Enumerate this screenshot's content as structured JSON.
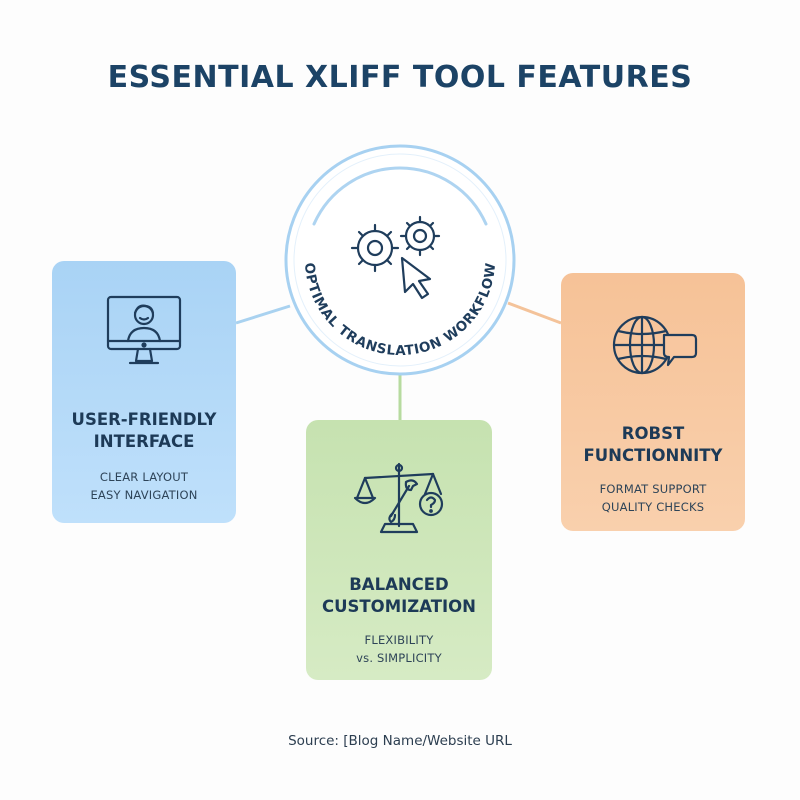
{
  "title": "ESSENTIAL XLIFF TOOL FEATURES",
  "hub": {
    "label": "OPTIMAL TRANSLATION WORKFLOW",
    "icon": "gears-cursor-icon"
  },
  "cards": [
    {
      "id": "user-friendly",
      "icon": "user-monitor-icon",
      "title_lines": [
        "USER-FRIENDLY",
        "INTERFACE"
      ],
      "sub_lines": [
        "CLEAR LAYOUT",
        "EASY NAVIGATION"
      ],
      "color": "#b4d9f8"
    },
    {
      "id": "balanced-customization",
      "icon": "scale-wrench-icon",
      "title_lines": [
        "BALANCED",
        "CUSTOMIZATION"
      ],
      "sub_lines": [
        "FLEXIBILITY",
        "vs. SIMPLICITY"
      ],
      "color": "#cfe6bd"
    },
    {
      "id": "robust-functionality",
      "icon": "globe-chat-icon",
      "title_lines": [
        "ROBST",
        "FUNCTIONNITY"
      ],
      "sub_lines": [
        "FORMAT SUPPORT",
        "QUALITY CHECKS"
      ],
      "color": "#f7c9a3"
    }
  ],
  "source": "Source: [Blog Name/Website URL",
  "colors": {
    "title": "#1c4366",
    "hub_ring": "#9fcdf0",
    "connector_blue": "#a9d2f0",
    "connector_green": "#b7dba0",
    "connector_orange": "#f4c39a"
  }
}
